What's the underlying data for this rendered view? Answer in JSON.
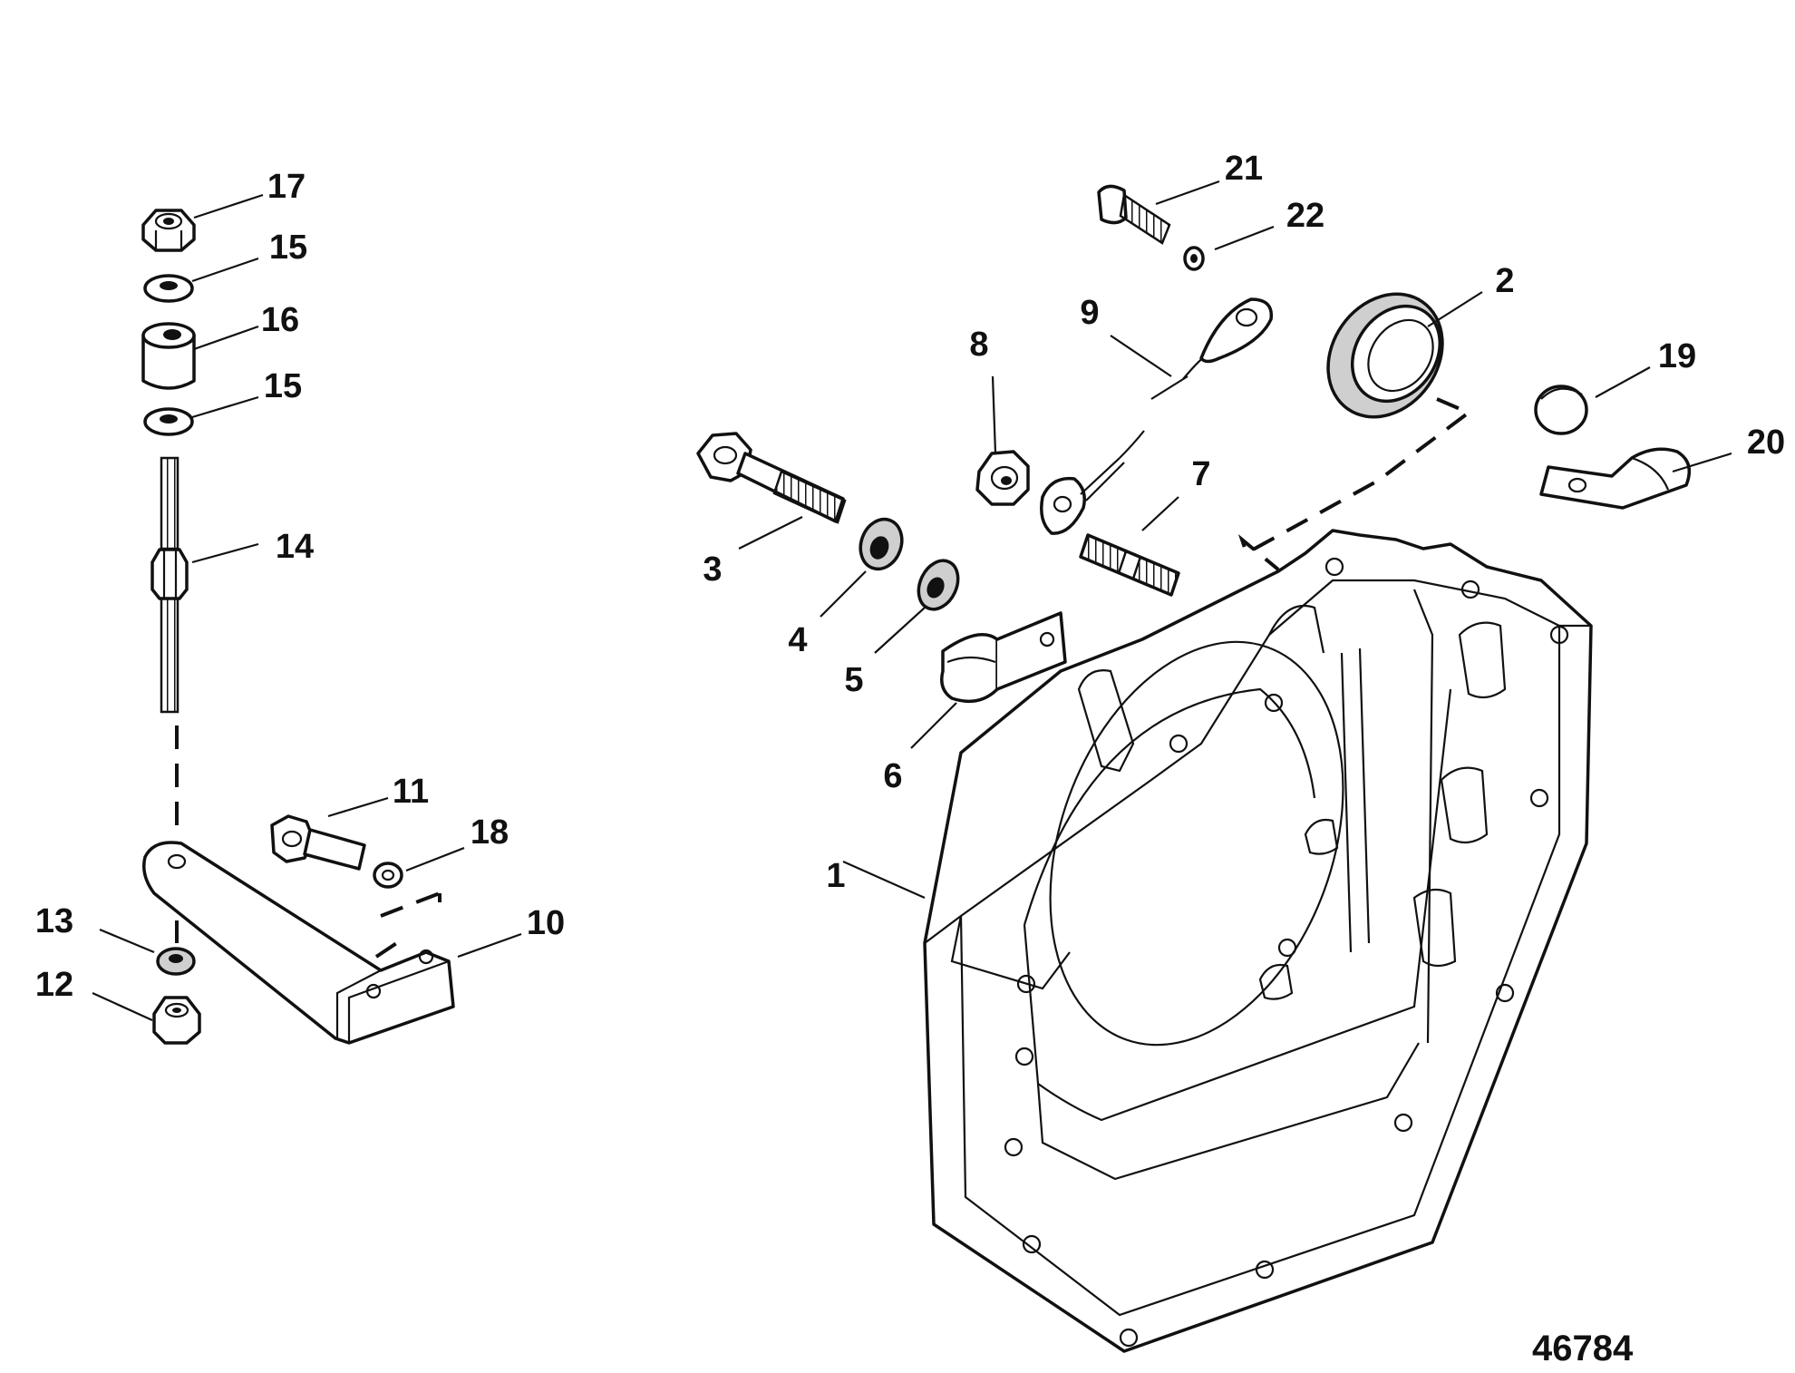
{
  "figure_number": "46784",
  "callouts": [
    {
      "id": "1",
      "text": "1"
    },
    {
      "id": "2",
      "text": "2"
    },
    {
      "id": "3",
      "text": "3"
    },
    {
      "id": "4",
      "text": "4"
    },
    {
      "id": "5",
      "text": "5"
    },
    {
      "id": "6",
      "text": "6"
    },
    {
      "id": "7",
      "text": "7"
    },
    {
      "id": "8",
      "text": "8"
    },
    {
      "id": "9",
      "text": "9"
    },
    {
      "id": "10",
      "text": "10"
    },
    {
      "id": "11",
      "text": "11"
    },
    {
      "id": "12",
      "text": "12"
    },
    {
      "id": "13",
      "text": "13"
    },
    {
      "id": "14",
      "text": "14"
    },
    {
      "id": "15a",
      "text": "15"
    },
    {
      "id": "15b",
      "text": "15"
    },
    {
      "id": "16",
      "text": "16"
    },
    {
      "id": "17",
      "text": "17"
    },
    {
      "id": "18",
      "text": "18"
    },
    {
      "id": "19",
      "text": "19"
    },
    {
      "id": "20",
      "text": "20"
    },
    {
      "id": "21",
      "text": "21"
    },
    {
      "id": "22",
      "text": "22"
    }
  ]
}
